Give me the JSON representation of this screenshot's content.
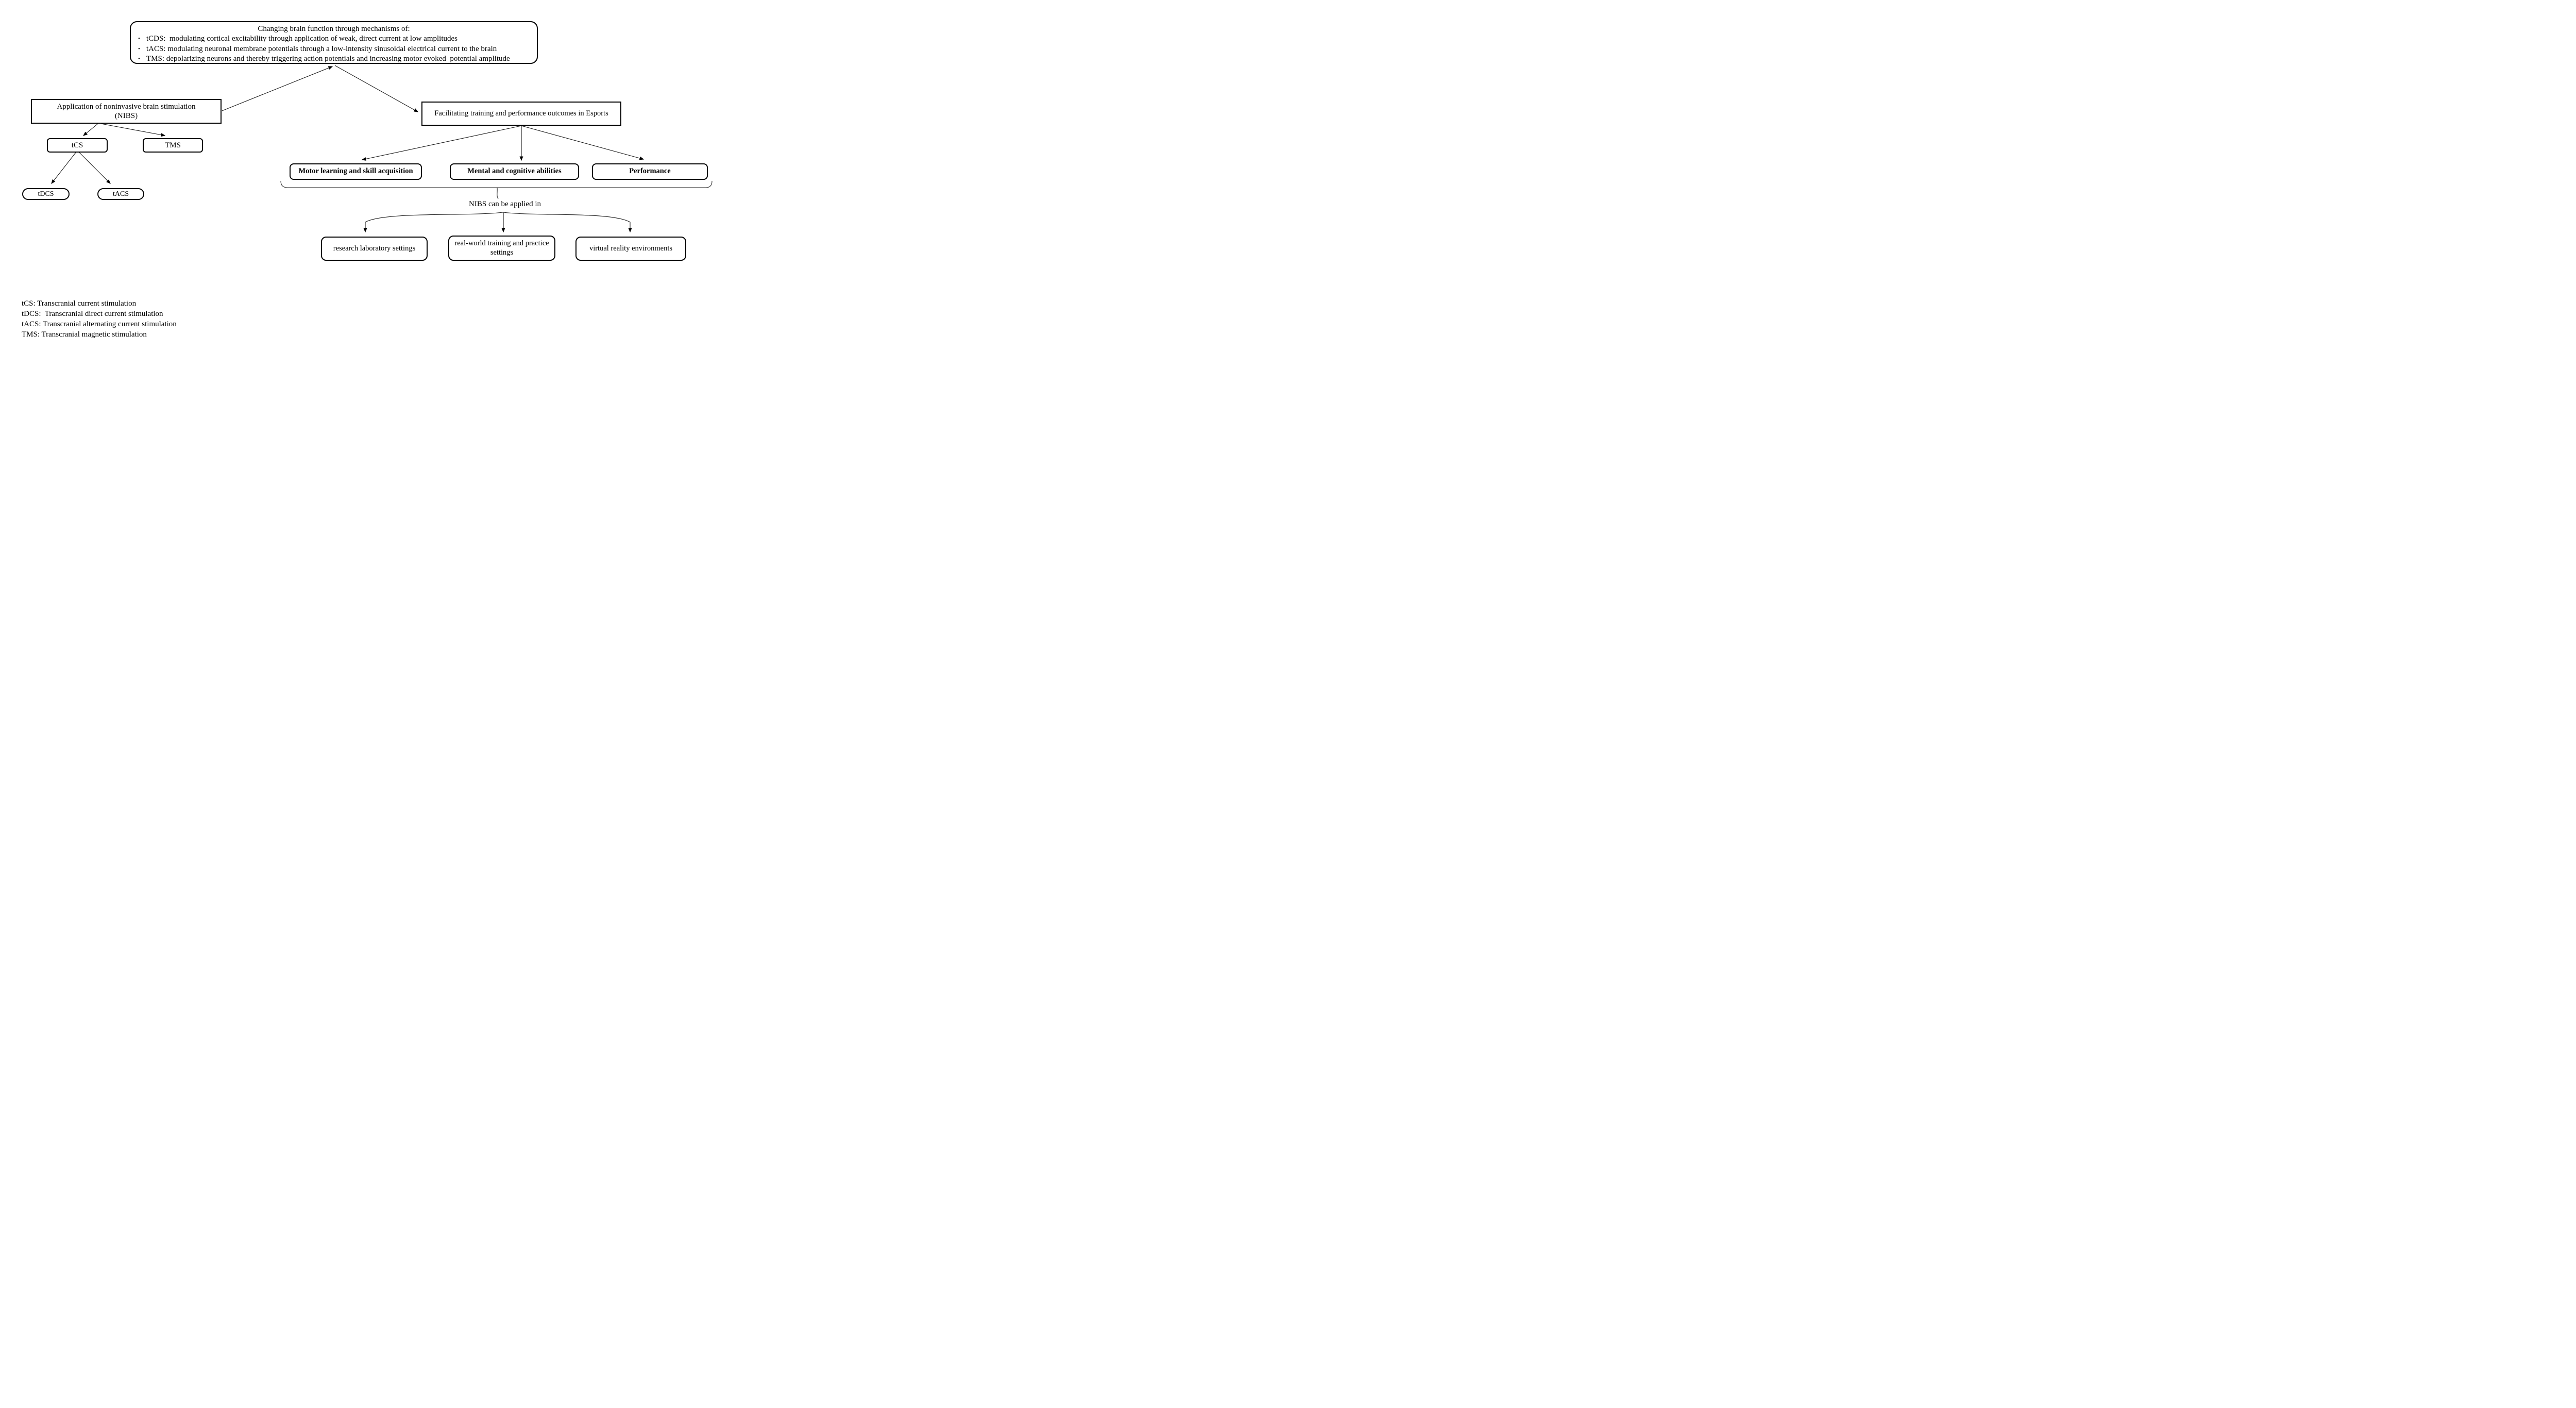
{
  "diagram": {
    "colors": {
      "ink": "#000000",
      "background": "#ffffff",
      "brace": "#4a4a4a"
    },
    "bullet_char": "•",
    "mechanisms_box": {
      "title": "Changing brain function through mechanisms of:",
      "bullets": [
        "tCDS:  modulating cortical excitability through application of weak, direct current at low amplitudes",
        "tACS: modulating neuronal membrane potentials through a low-intensity sinusoidal electrical current to the brain",
        "TMS: depolarizing neurons and thereby triggering action potentials and increasing motor evoked  potential amplitude"
      ]
    },
    "nibs_box": {
      "line1": "Application of noninvasive brain stimulation",
      "line2": "(NIBS)"
    },
    "tcs_label": "tCS",
    "tms_label": "TMS",
    "tdcs_label": "tDCS",
    "tacs_label": "tACS",
    "esports_box": "Facilitating training and performance outcomes in Esports",
    "outcome_boxes": [
      "Motor learning and skill acquisition",
      "Mental and cognitive abilities",
      "Performance"
    ],
    "brace_label": "NIBS can be applied in",
    "setting_boxes": [
      "research laboratory settings",
      "real-world training and practice settings",
      "virtual reality environments"
    ],
    "legend": [
      "tCS: Transcranial current stimulation",
      "tDCS:  Transcranial direct current stimulation",
      "tACS: Transcranial alternating current stimulation",
      "TMS: Transcranial magnetic stimulation"
    ]
  }
}
